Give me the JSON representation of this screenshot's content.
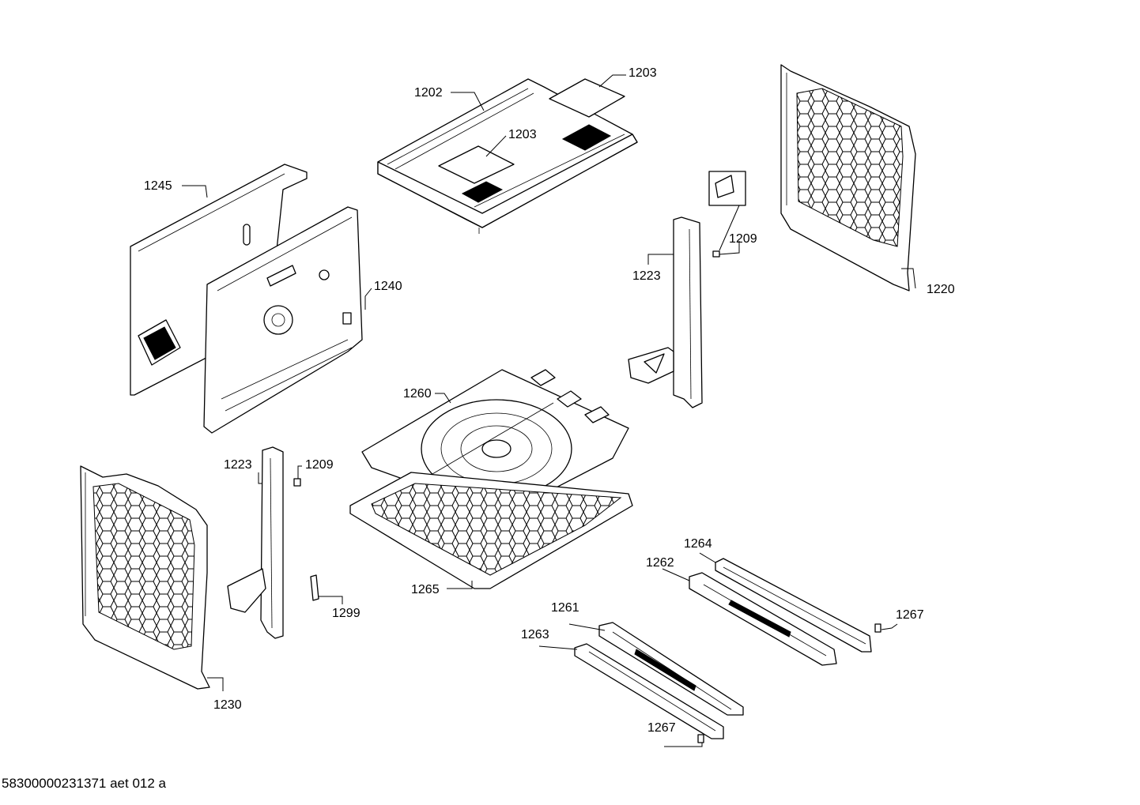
{
  "labels": {
    "top_panel": "1202",
    "insulation_mat_top": "1203",
    "insulation_mat_center": "1203",
    "rear_panel_outer": "1245",
    "rear_panel_inner": "1240",
    "side_panel_right": "1220",
    "shelf_support_right": "1223",
    "clip_right": "1209",
    "side_panel_left": "1230",
    "shelf_support_left": "1223",
    "clip_left": "1209",
    "strip_left": "1299",
    "bottom_heater_plate": "1260",
    "bottom_panel": "1265",
    "telescopic_rail_a": "1264",
    "telescopic_rail_b": "1262",
    "telescopic_rail_c": "1261",
    "telescopic_rail_d": "1263",
    "rail_cap_right": "1267",
    "rail_cap_bottom": "1267"
  },
  "footer": "58300000231371 aet 012 a"
}
